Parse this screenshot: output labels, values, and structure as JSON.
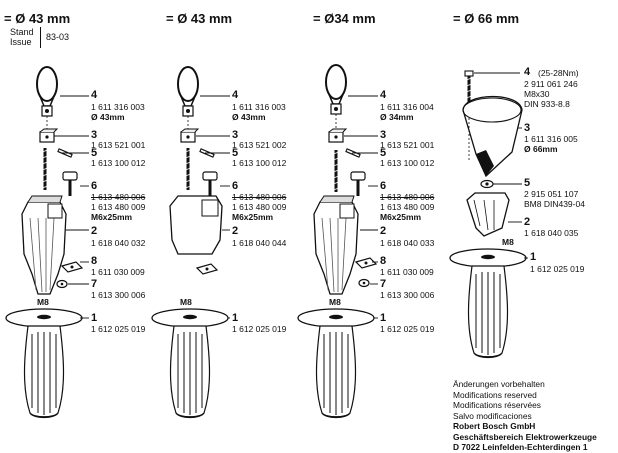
{
  "header": {
    "titles": [
      "Ø 43 mm",
      "= Ø 43 mm",
      "= Ø34 mm",
      "= Ø 66 mm"
    ],
    "prefix": "= "
  },
  "stand": {
    "label_line1": "Stand",
    "label_line2": "Issue",
    "value": "83-03"
  },
  "column1": {
    "items": [
      {
        "num": "4",
        "pn": "1 611 316 003",
        "extra": "Ø 43mm"
      },
      {
        "num": "3",
        "pn": "1 613 521 001"
      },
      {
        "num": "5",
        "pn": "1 613 100 012"
      },
      {
        "num": "6",
        "pn_struck": "1 613 480 006",
        "pn": "1 613 480 009",
        "extra": "M6x25mm"
      },
      {
        "num": "2",
        "pn": "1 618 040 032"
      },
      {
        "num": "8",
        "pn": "1 611 030 009"
      },
      {
        "num": "7",
        "pn": "1 613 300 006"
      },
      {
        "num": "1",
        "pn": "1 612 025 019",
        "thread": "M8"
      }
    ]
  },
  "column2": {
    "items": [
      {
        "num": "4",
        "pn": "1 611 316 003",
        "extra": "Ø 43mm"
      },
      {
        "num": "3",
        "pn": "1 613 521 002"
      },
      {
        "num": "5",
        "pn": "1 613 100 012"
      },
      {
        "num": "6",
        "pn_struck": "1 613 480 006",
        "pn": "1 613 480 009",
        "extra": "M6x25mm"
      },
      {
        "num": "2",
        "pn": "1 618 040 044"
      },
      {
        "num": "1",
        "pn": "1 612 025 019",
        "thread": "M8"
      }
    ]
  },
  "column3": {
    "items": [
      {
        "num": "4",
        "pn": "1 611 316 004",
        "extra": "Ø 34mm"
      },
      {
        "num": "3",
        "pn": "1 613 521 001"
      },
      {
        "num": "5",
        "pn": "1 613 100 012"
      },
      {
        "num": "6",
        "pn_struck": "1 613 480 006",
        "pn": "1 613 480 009",
        "extra": "M6x25mm"
      },
      {
        "num": "2",
        "pn": "1 618 040 033"
      },
      {
        "num": "8",
        "pn": "1 611 030 009"
      },
      {
        "num": "7",
        "pn": "1 613 300 006"
      },
      {
        "num": "1",
        "pn": "1 612 025 019",
        "thread": "M8"
      }
    ]
  },
  "column4": {
    "items": [
      {
        "num": "4",
        "pn": "2 911 061 246",
        "extra1": "(25-28Nm)",
        "extra2": "M8x30",
        "extra3": "DIN 933-8.8"
      },
      {
        "num": "3",
        "pn": "1 611 316 005",
        "extra": "Ø 66mm"
      },
      {
        "num": "5",
        "pn": "2 915 051 107",
        "extra": "BM8 DIN439-04"
      },
      {
        "num": "2",
        "pn": "1 618 040 035"
      },
      {
        "num": "1",
        "pn": "1 612 025 019",
        "thread": "M8"
      }
    ]
  },
  "notes": {
    "lines": [
      "Änderungen vorbehalten",
      "Modifications reserved",
      "Modifications réservées",
      "Salvo modificaciones"
    ],
    "company": [
      "Robert Bosch GmbH",
      "Geschäftsbereich Elektrowerkzeuge",
      "D 7022 Leinfelden-Echterdingen 1"
    ]
  }
}
